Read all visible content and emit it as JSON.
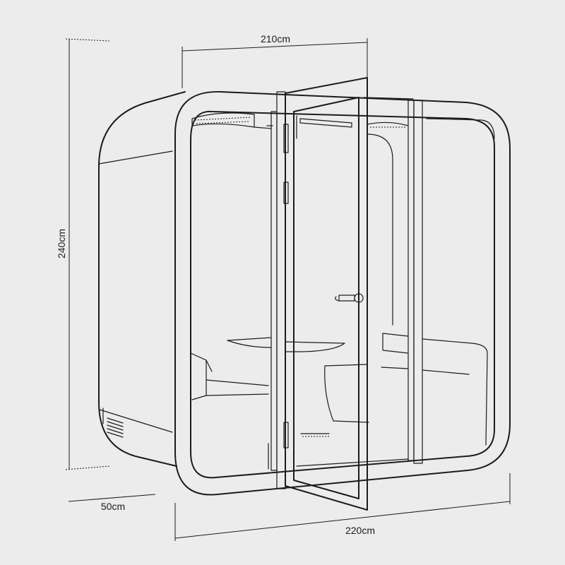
{
  "figure": {
    "subject": "booth",
    "background": "#ececec",
    "line_color": "#1c1c1c",
    "dimensions": {
      "top_width": "210cm",
      "height": "240cm",
      "depth": "50cm",
      "bottom_width": "220cm"
    }
  }
}
